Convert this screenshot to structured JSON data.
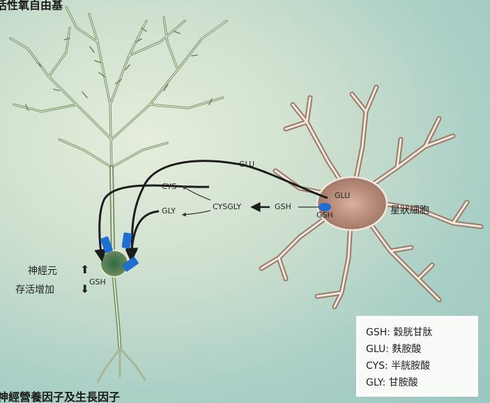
{
  "labels": {
    "top_title": "活性氧自由基",
    "bottom_title": "神經營養因子及生長因子",
    "astrocyte": "星狀細胞",
    "glu_top": "GLU",
    "glu_astro": "GLU",
    "gsh_astro": "GSH",
    "gsh_arrow": "GSH",
    "cysgly": "CYSGLY",
    "cys": "CYS",
    "gly": "GLY",
    "gsh_neuron": "GSH",
    "survival_line1": "神經元",
    "survival_line2": "存活增加",
    "up_arrow": "⬆",
    "down_arrow": "⬇"
  },
  "legend": {
    "items": [
      "GSH: 穀胱甘肽",
      "GLU: 麩胺酸",
      "CYS: 半胱胺酸",
      "GLY: 甘胺酸"
    ]
  },
  "colors": {
    "neuron": "#6e8a5e",
    "neuron_light": "#dfe9d3",
    "astrocyte": "#9a7a66",
    "astrocyte_light": "#f3e8e0",
    "astrocyte_core": "#c99a8a",
    "arrow": "#1c1c1c",
    "transporter": "#1f6fd1"
  }
}
